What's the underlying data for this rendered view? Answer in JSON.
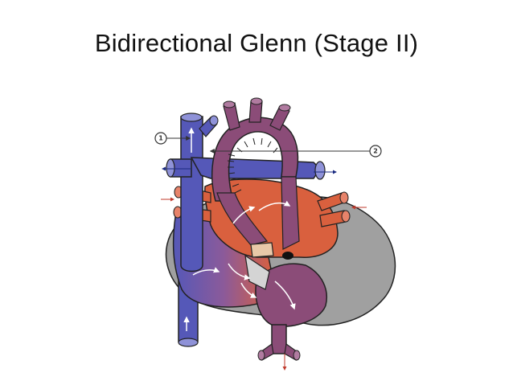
{
  "title": "Bidirectional Glenn (Stage II)",
  "callouts": [
    {
      "label": "1"
    },
    {
      "label": "2"
    }
  ],
  "colors": {
    "venous_blue": "#5558b8",
    "arterial_red": "#d9603e",
    "mixed_purple": "#8b4c78",
    "heart_gray": "#a0a0a0",
    "outline": "#222222"
  }
}
